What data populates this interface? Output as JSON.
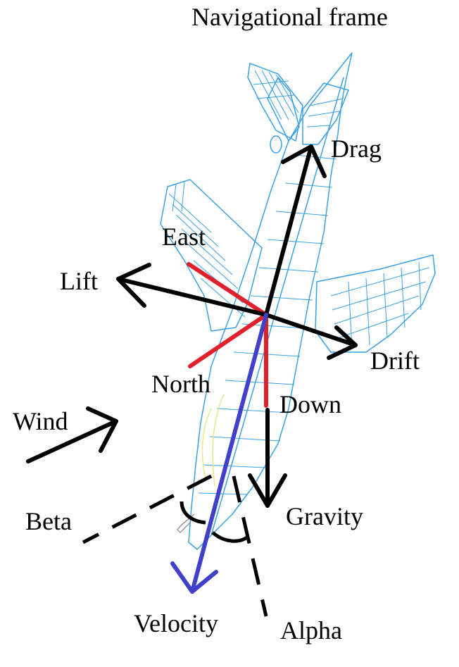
{
  "title": "Navigational frame",
  "labels": {
    "drag": "Drag",
    "east": "East",
    "lift": "Lift",
    "drift": "Drift",
    "north": "North",
    "down": "Down",
    "wind": "Wind",
    "gravity": "Gravity",
    "beta": "Beta",
    "velocity": "Velocity",
    "alpha": "Alpha"
  },
  "colors": {
    "aircraft_outline": "#3aa0e6",
    "navigation_axes": "#e0202a",
    "velocity_vector": "#4040c8",
    "force_vectors": "#000000",
    "canopy": "#e6e690"
  }
}
